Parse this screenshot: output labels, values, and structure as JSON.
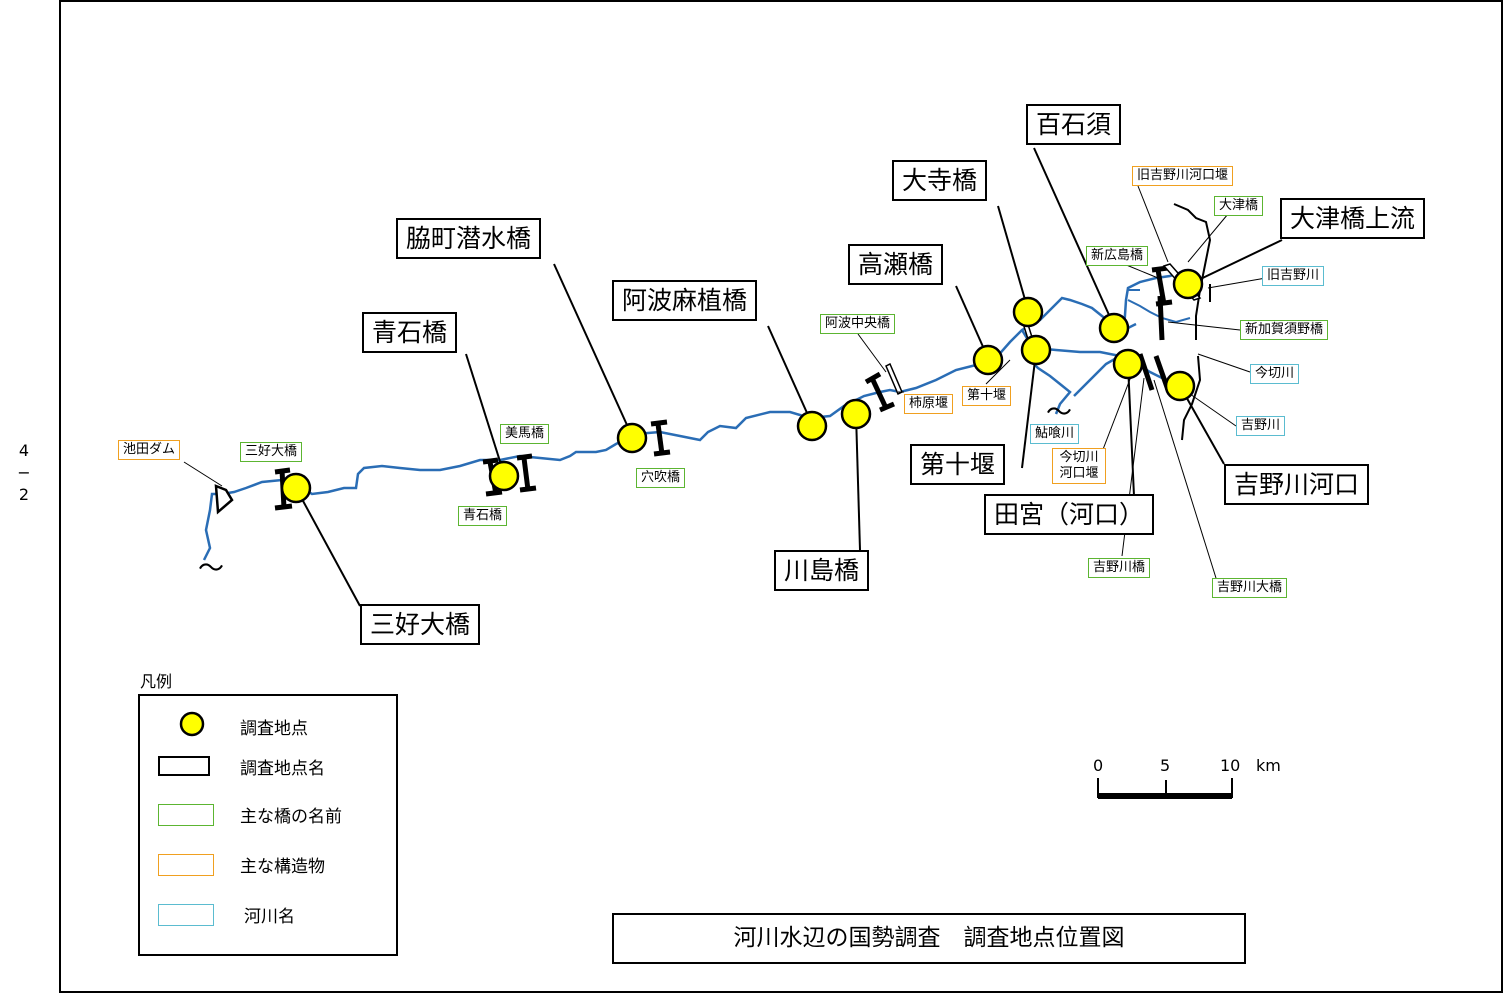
{
  "page_number": "4 − 2",
  "title": "河川水辺の国勢調査　調査地点位置図",
  "colors": {
    "river": "#2a6db5",
    "site_fill": "#ffff00",
    "bridge_border": "#5cb531",
    "structure_border": "#f0a020",
    "river_border": "#5bbcd0"
  },
  "survey_sites": [
    "三好大橋",
    "青石橋",
    "脇町潜水橋",
    "阿波麻植橋",
    "川島橋",
    "高瀬橋",
    "大寺橋",
    "第十堰",
    "百石須",
    "田宮（河口）",
    "大津橋上流",
    "吉野川河口"
  ],
  "bridges": [
    "三好大橋",
    "美馬橋",
    "青石橋",
    "穴吹橋",
    "阿波中央橋",
    "新広島橋",
    "大津橋",
    "新加賀須野橋",
    "吉野川橋",
    "吉野川大橋"
  ],
  "structures": [
    "池田ダム",
    "柿原堰",
    "第十堰",
    "旧吉野川河口堰",
    "今切川河口堰"
  ],
  "rivers": [
    "鮎喰川",
    "旧吉野川",
    "今切川",
    "吉野川"
  ],
  "legend": {
    "title": "凡例",
    "items": [
      "調査地点",
      "調査地点名",
      "主な橋の名前",
      "主な構造物",
      "河川名"
    ]
  },
  "scale": {
    "ticks": [
      "0",
      "5",
      "10"
    ],
    "unit": "km"
  },
  "wavy": "～"
}
